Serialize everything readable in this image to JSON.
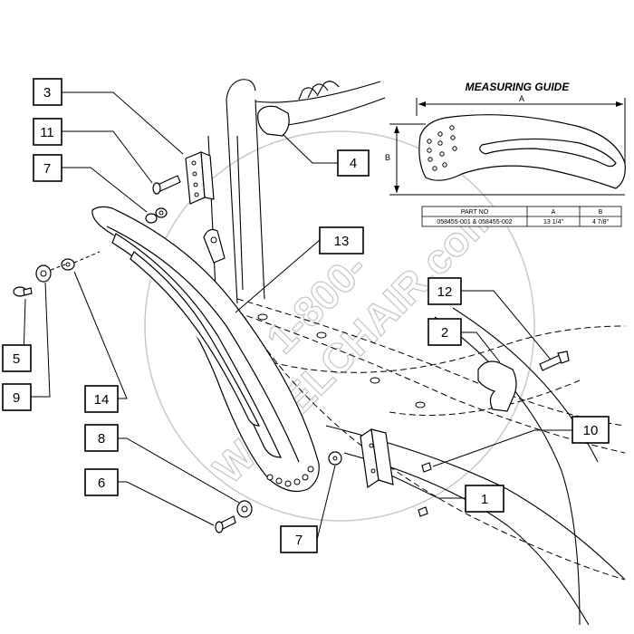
{
  "watermark": {
    "line1": "1-800-",
    "line2": "WHEELCHAIR.com",
    "color": "#c8c8c8"
  },
  "measuring_guide": {
    "title": "MEASURING GUIDE",
    "dim_a": "A",
    "dim_b": "B",
    "table": {
      "headers": [
        "PART NO",
        "A",
        "B"
      ],
      "row": [
        "058455-001 & 058455-002",
        "13 1/4\"",
        "4 7/8\""
      ]
    }
  },
  "callouts": {
    "c3": "3",
    "c11": "11",
    "c7_top": "7",
    "c4": "4",
    "c13": "13",
    "c5": "5",
    "c9": "9",
    "c14": "14",
    "c8": "8",
    "c6": "6",
    "c7_bottom": "7",
    "c12": "12",
    "c2": "2",
    "c10": "10",
    "c1": "1"
  }
}
